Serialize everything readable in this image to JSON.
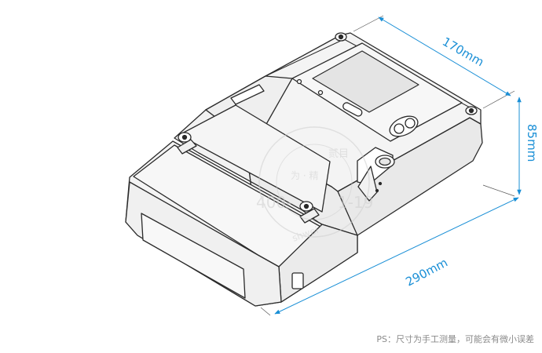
{
  "dimensions": {
    "width_label": "170mm",
    "height_label": "85mm",
    "length_label": "290mm"
  },
  "note": "PS：尺寸为手工测量，可能会有微小误差",
  "watermark": {
    "brand_top": "贰目",
    "brand_mid": "为 · 精",
    "phone": "400-",
    "phone_tail": "1-19",
    "url": "shwei"
  },
  "colors": {
    "dimension": "#1a8fd6",
    "outline": "#2a2a2a",
    "body_fill": "#f4f4f4",
    "screen_fill": "#e4e4e4",
    "note_text": "#8a8a8a",
    "watermark": "#cfcfcf"
  }
}
